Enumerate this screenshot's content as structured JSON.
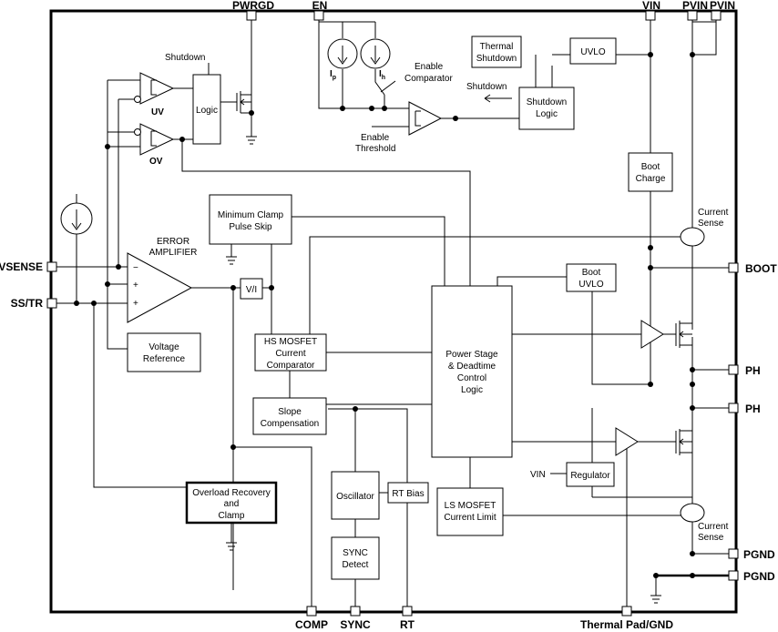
{
  "pins": {
    "pwrgd": "PWRGD",
    "en": "EN",
    "vin": "VIN",
    "pvin1": "PVIN",
    "pvin2": "PVIN",
    "vsense": "VSENSE",
    "sstr": "SS/TR",
    "boot": "BOOT",
    "ph1": "PH",
    "ph2": "PH",
    "pgnd1": "PGND",
    "pgnd2": "PGND",
    "comp": "COMP",
    "sync": "SYNC",
    "rt": "RT",
    "thermal": "Thermal Pad/GND"
  },
  "labels": {
    "shutdown_top": "Shutdown",
    "uv": "UV",
    "ov": "OV",
    "ip": "I",
    "ip_sub": "p",
    "ih": "I",
    "ih_sub": "h",
    "enable_comparator_1": "Enable",
    "enable_comparator_2": "Comparator",
    "shutdown_arrow": "Shutdown",
    "enable_threshold_1": "Enable",
    "enable_threshold_2": "Threshold",
    "error_amp_1": "ERROR",
    "error_amp_2": "AMPLIFIER",
    "minus_sign": "−",
    "plus_sign_1": "+",
    "plus_sign_2": "+",
    "current_sense_top_1": "Current",
    "current_sense_top_2": "Sense",
    "current_sense_bot_1": "Current",
    "current_sense_bot_2": "Sense",
    "vin_regulator": "VIN"
  },
  "blocks": {
    "logic": "Logic",
    "thermal_shutdown_1": "Thermal",
    "thermal_shutdown_2": "Shutdown",
    "uvlo": "UVLO",
    "shutdown_logic_1": "Shutdown",
    "shutdown_logic_2": "Logic",
    "boot_charge_1": "Boot",
    "boot_charge_2": "Charge",
    "min_clamp_1": "Minimum Clamp",
    "min_clamp_2": "Pulse Skip",
    "boot_uvlo_1": "Boot",
    "boot_uvlo_2": "UVLO",
    "vi": "V/I",
    "voltage_ref_1": "Voltage",
    "voltage_ref_2": "Reference",
    "hs_1": "HS MOSFET",
    "hs_2": "Current",
    "hs_3": "Comparator",
    "power_stage_1": "Power Stage",
    "power_stage_2": "& Deadtime",
    "power_stage_3": "Control",
    "power_stage_4": "Logic",
    "slope_1": "Slope",
    "slope_2": "Compensation",
    "oscillator": "Oscillator",
    "rt_bias": "RT Bias",
    "regulator": "Regulator",
    "overload_1": "Overload Recovery",
    "overload_2": "and",
    "overload_3": "Clamp",
    "ls_1": "LS MOSFET",
    "ls_2": "Current Limit",
    "sync_detect_1": "SYNC",
    "sync_detect_2": "Detect"
  }
}
